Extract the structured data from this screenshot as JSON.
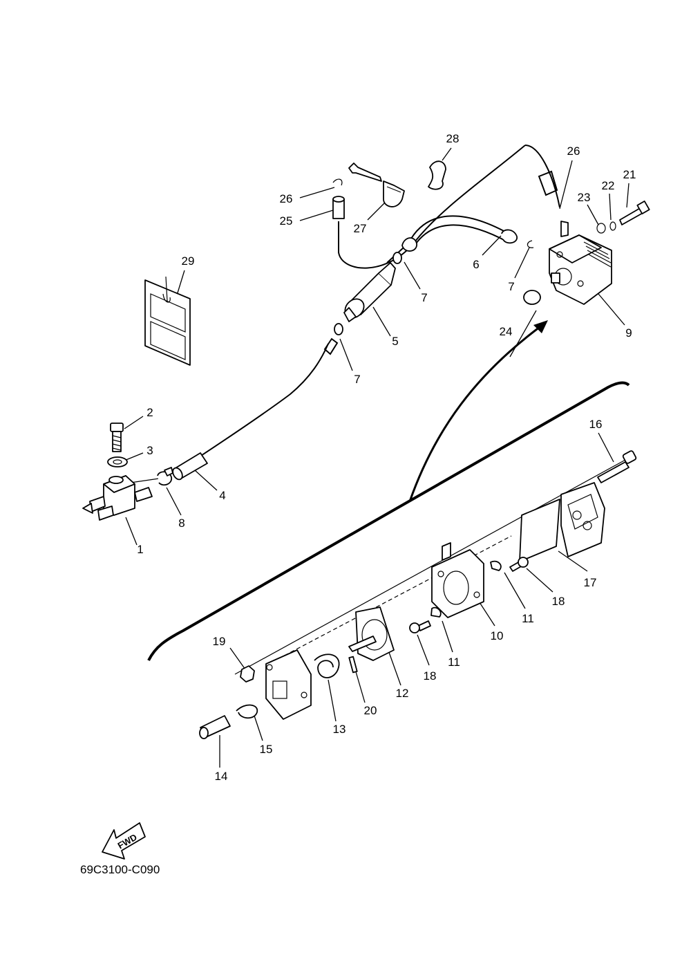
{
  "diagram_code": "69C3100-C090",
  "fwd_label": "FWD",
  "callouts": {
    "c1": "1",
    "c2": "2",
    "c3": "3",
    "c4": "4",
    "c5": "5",
    "c6": "6",
    "c7a": "7",
    "c7b": "7",
    "c7c": "7",
    "c8": "8",
    "c9": "9",
    "c10": "10",
    "c11a": "11",
    "c11b": "11",
    "c12": "12",
    "c13": "13",
    "c14": "14",
    "c15": "15",
    "c16": "16",
    "c17": "17",
    "c18a": "18",
    "c18b": "18",
    "c19": "19",
    "c20": "20",
    "c21": "21",
    "c22": "22",
    "c23": "23",
    "c24": "24",
    "c25": "25",
    "c26a": "26",
    "c26b": "26",
    "c27": "27",
    "c28": "28",
    "c29": "29"
  }
}
